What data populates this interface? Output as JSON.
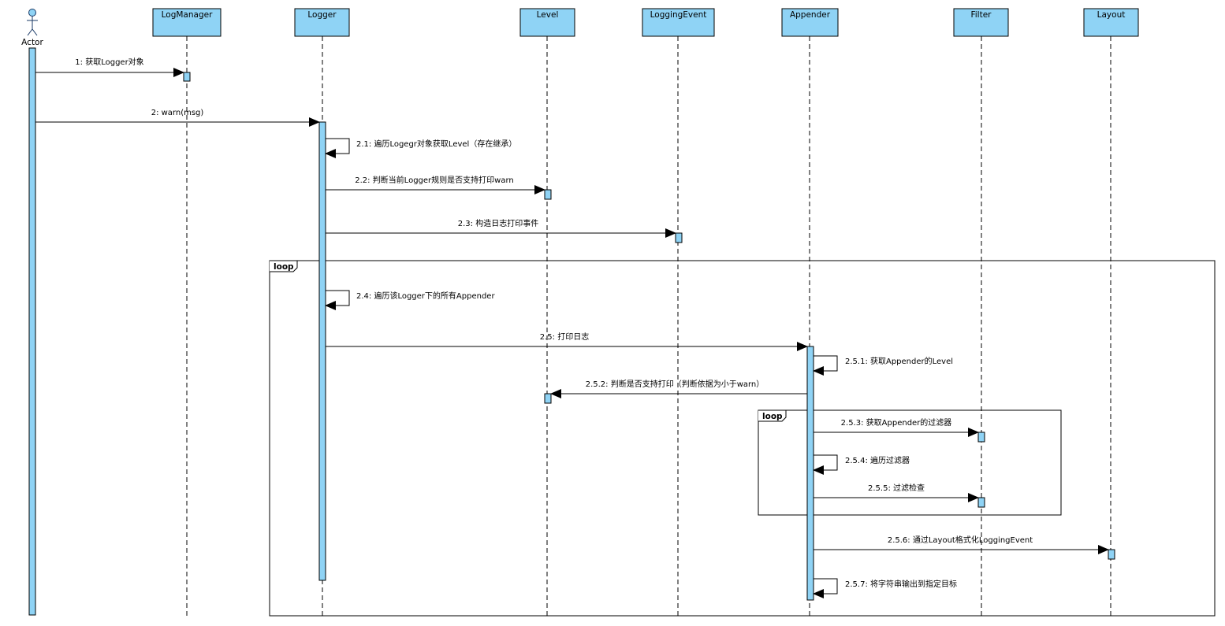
{
  "colors": {
    "box_fill": "#8fd3f5",
    "line": "#000000",
    "background": "#ffffff"
  },
  "actor": {
    "icon": "stick-figure-icon",
    "label": "Actor"
  },
  "participants": [
    {
      "id": "logmanager",
      "label": "LogManager"
    },
    {
      "id": "logger",
      "label": "Logger"
    },
    {
      "id": "level",
      "label": "Level"
    },
    {
      "id": "loggingevent",
      "label": "LoggingEvent"
    },
    {
      "id": "appender",
      "label": "Appender"
    },
    {
      "id": "filter",
      "label": "Filter"
    },
    {
      "id": "layout",
      "label": "Layout"
    }
  ],
  "frames": [
    {
      "id": "outer",
      "label": "loop"
    },
    {
      "id": "inner",
      "label": "loop"
    }
  ],
  "messages": [
    {
      "id": "m1",
      "from": "actor",
      "to": "logmanager",
      "label": "1: 获取Logger对象"
    },
    {
      "id": "m2",
      "from": "actor",
      "to": "logger",
      "label": "2: warn(msg)"
    },
    {
      "id": "m21",
      "from": "logger",
      "to": "logger",
      "label": "2.1: 遍历Logegr对象获取Level（存在继承）"
    },
    {
      "id": "m22",
      "from": "logger",
      "to": "level",
      "label": "2.2: 判断当前Logger规则是否支持打印warn"
    },
    {
      "id": "m23",
      "from": "logger",
      "to": "loggingevent",
      "label": "2.3: 构造日志打印事件"
    },
    {
      "id": "m24",
      "from": "logger",
      "to": "logger",
      "label": "2.4: 遍历该Logger下的所有Appender"
    },
    {
      "id": "m25",
      "from": "logger",
      "to": "appender",
      "label": "2.5: 打印日志"
    },
    {
      "id": "m251",
      "from": "appender",
      "to": "appender",
      "label": "2.5.1: 获取Appender的Level"
    },
    {
      "id": "m252",
      "from": "appender",
      "to": "level",
      "label": "2.5.2: 判断是否支持打印（判断依据为小于warn）"
    },
    {
      "id": "m253",
      "from": "appender",
      "to": "filter",
      "label": "2.5.3: 获取Appender的过滤器"
    },
    {
      "id": "m254",
      "from": "appender",
      "to": "appender",
      "label": "2.5.4: 遍历过滤器"
    },
    {
      "id": "m255",
      "from": "appender",
      "to": "filter",
      "label": "2.5.5: 过滤检查"
    },
    {
      "id": "m256",
      "from": "appender",
      "to": "layout",
      "label": "2.5.6: 通过Layout格式化LoggingEvent"
    },
    {
      "id": "m257",
      "from": "appender",
      "to": "appender",
      "label": "2.5.7: 将字符串输出到指定目标"
    }
  ]
}
